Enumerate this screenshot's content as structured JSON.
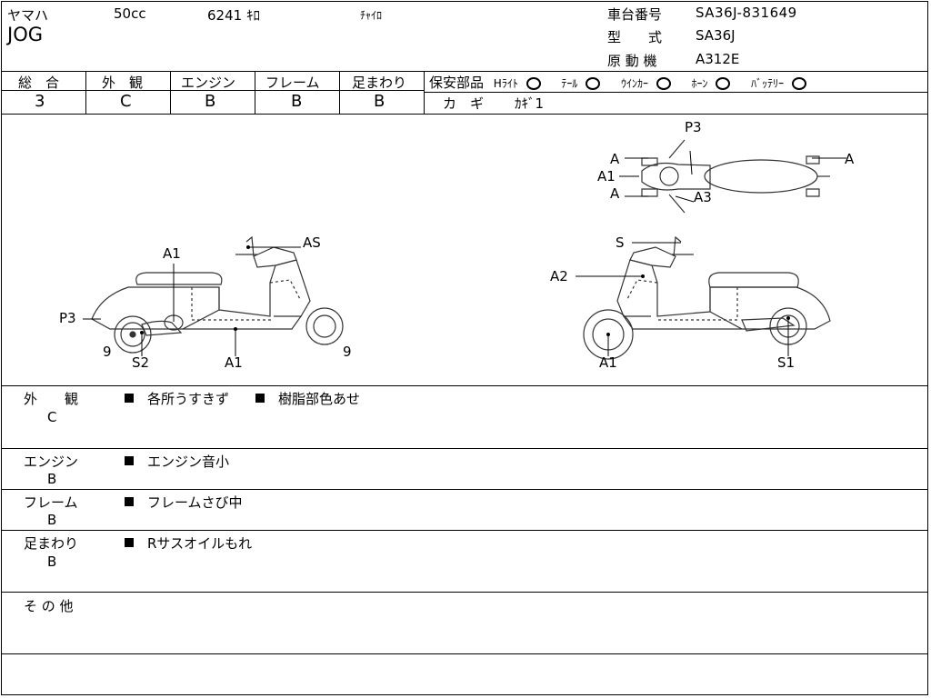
{
  "header": {
    "maker": "ヤマハ",
    "displacement": "50cc",
    "mileage": "6241 ｷﾛ",
    "color": "ﾁｬｲﾛ",
    "model": "JOG",
    "frame_no_label": "車台番号",
    "frame_no": "SA36J-831649",
    "type_label": "型　　式",
    "type": "SA36J",
    "engine_label": "原 動 機",
    "engine": "A312E"
  },
  "grades": {
    "total_label": "総　合",
    "total": "3",
    "exterior_label": "外　観",
    "exterior": "C",
    "engine_label": "エンジン",
    "engine": "B",
    "frame_label": "フレーム",
    "frame": "B",
    "suspension_label": "足まわり",
    "suspension": "B"
  },
  "safety": {
    "label": "保安部品",
    "headlight": "Hﾗｲﾄ",
    "tail": "ﾃｰﾙ",
    "winker": "ｳｲﾝｶｰ",
    "horn": "ﾎｰﾝ",
    "battery": "ﾊﾞｯﾃﾘｰ",
    "key_label": "カ　ギ",
    "key_value": "ｶｷﾞ1"
  },
  "diagram_labels": {
    "left": [
      "A1",
      "AS",
      "P3",
      "9",
      "S2",
      "A1",
      "9"
    ],
    "right": [
      "S",
      "A2",
      "A1",
      "S1"
    ],
    "top": [
      "P3",
      "A",
      "A1",
      "A",
      "A3",
      "A"
    ]
  },
  "remarks": [
    {
      "label": "外　　観",
      "grade": "C",
      "text1": "各所うすきず",
      "text2": "樹脂部色あせ"
    },
    {
      "label": "エンジン",
      "grade": "B",
      "text1": "エンジン音小"
    },
    {
      "label": "フレーム",
      "grade": "B",
      "text1": "フレームさび中"
    },
    {
      "label": "足まわり",
      "grade": "B",
      "text1": "Rサスオイルもれ"
    },
    {
      "label": "そ の 他"
    }
  ]
}
